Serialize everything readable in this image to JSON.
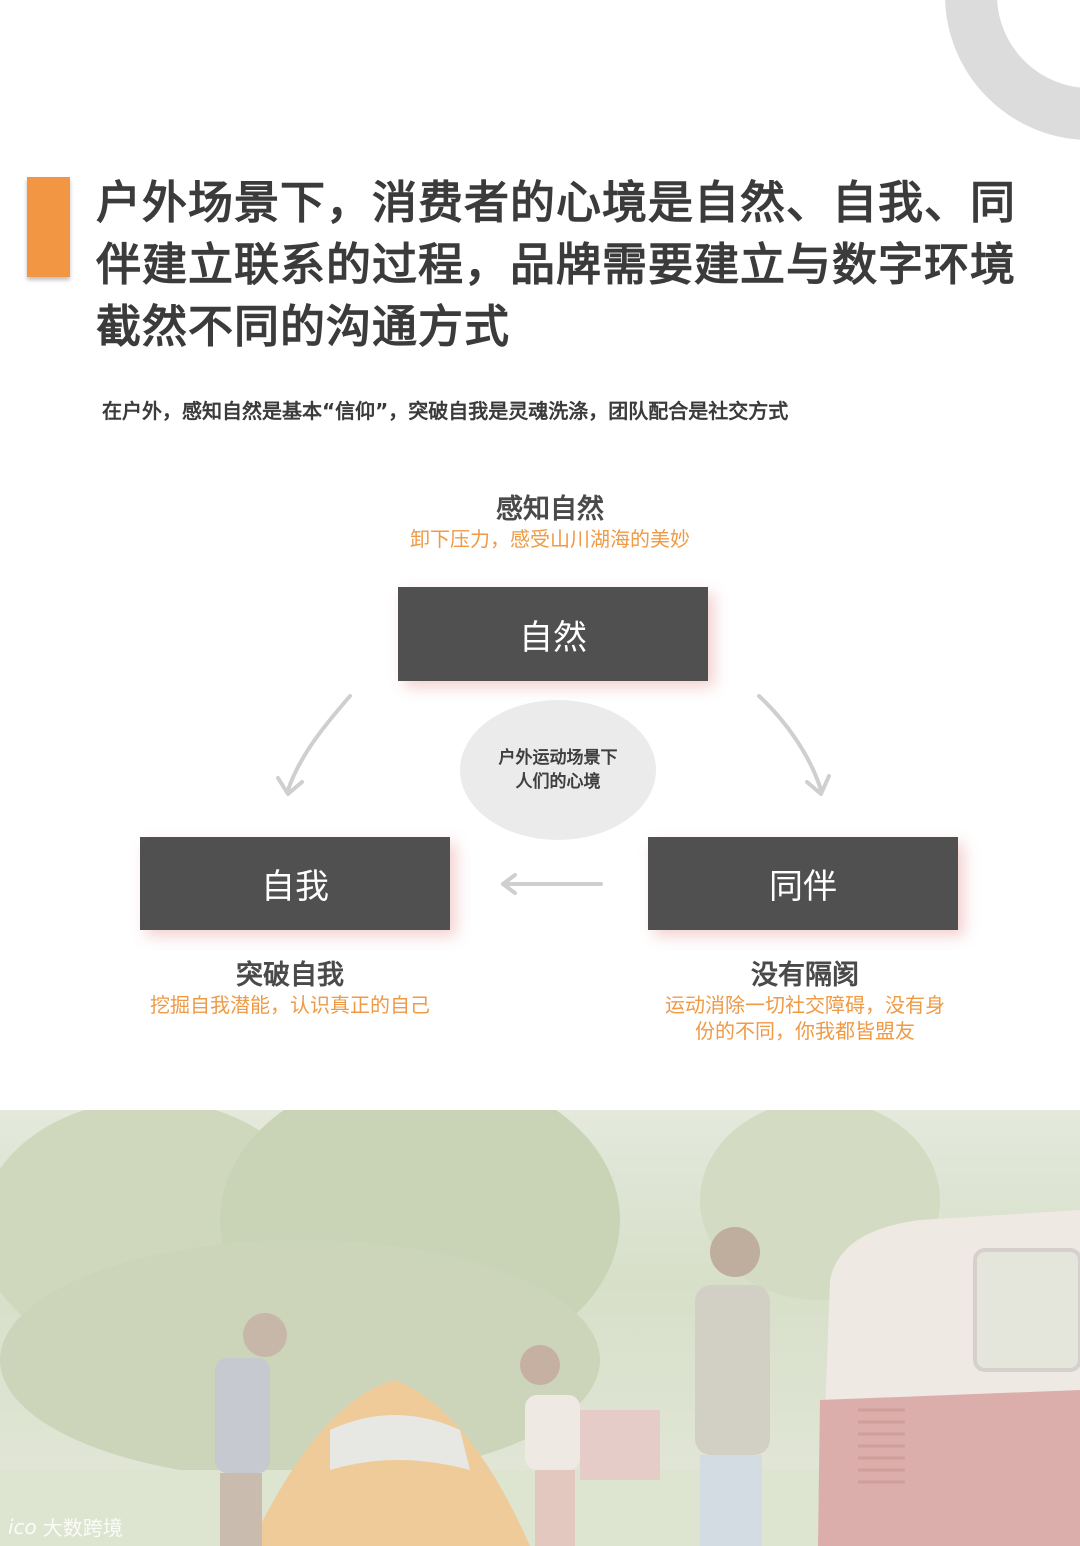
{
  "title": "户外场景下，消费者的心境是自然、自我、同伴建立联系的过程，品牌需要建立与数字环境截然不同的沟通方式",
  "subtitle": "在户外，感知自然是基本“信仰”，突破自我是灵魂洗涤，团队配合是社交方式",
  "diagram": {
    "center_label_line1": "户外运动场景下",
    "center_label_line2": "人们的心境",
    "nodes": [
      {
        "id": "nature",
        "box_label": "自然",
        "caption": "感知自然",
        "description": "卸下压力，感受山川湖海的美妙"
      },
      {
        "id": "self",
        "box_label": "自我",
        "caption": "突破自我",
        "description": "挖掘自我潜能，认识真正的自己"
      },
      {
        "id": "companion",
        "box_label": "同伴",
        "caption": "没有隔阂",
        "description_line1": "运动消除一切社交障碍，没有身",
        "description_line2": "份的不同，你我都皆盟友"
      }
    ]
  },
  "photo": {
    "alt": "户外露营场景：三人搭帐篷，旁边停着红白色露营车"
  },
  "watermark": {
    "logo": "ico",
    "text": "大数跨境"
  },
  "colors": {
    "accent": "#f39643",
    "caption_orange": "#ef9a45",
    "box_fill": "#505050",
    "ring": "#dcdcdc"
  }
}
